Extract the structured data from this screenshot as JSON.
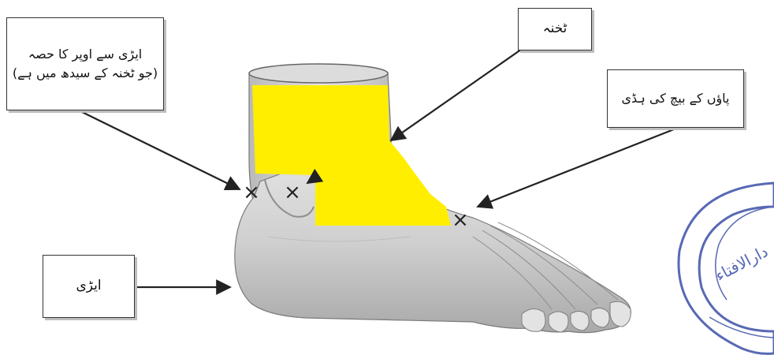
{
  "labels": {
    "above_heel_line1": "ایڑی سے اوپر کا حصہ",
    "above_heel_line2": "(جو ٹخنہ کے سیدھ میں ہے)",
    "ankle": "ٹخنہ",
    "instep": "پاؤں کے بیچ کی ہڈی",
    "heel": "ایڑی"
  },
  "colors": {
    "highlight": "#ffee00",
    "foot": "#d2d2d2",
    "mark": "#222222",
    "stamp": "#3b4fa8"
  },
  "markers": [
    "×",
    "×",
    "×"
  ],
  "stamp": {
    "text": "دارالافتاء"
  }
}
